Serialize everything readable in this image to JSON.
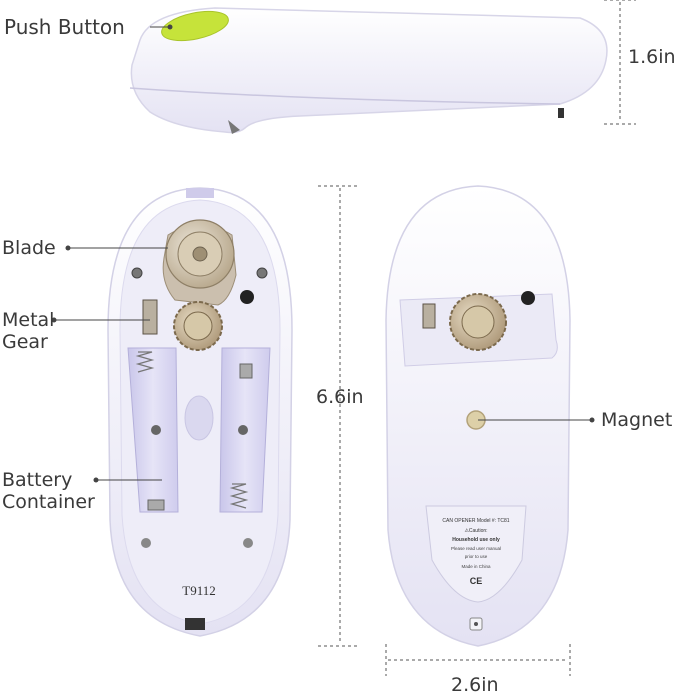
{
  "labels": {
    "push_button": "Push Button",
    "blade": "Blade",
    "metal_gear": "Metal\nGear",
    "battery_container": "Battery\nContainer",
    "magnet": "Magnet"
  },
  "dimensions": {
    "height": "1.6in",
    "length": "6.6in",
    "width": "2.6in"
  },
  "device": {
    "model_code": "T9112",
    "sticker": {
      "line1": "CAN OPENER Model #: TC81",
      "line2": "⚠Caution:",
      "line3": "Household use only",
      "line4": "Please read user manual",
      "line5": "prior to use",
      "line6": "Made in China",
      "mark": "CE"
    }
  },
  "colors": {
    "body": "#f4f3fb",
    "accent_button": "#c6e33a",
    "battery_bay": "#dcdaf2",
    "gear": "#c9b79a"
  }
}
